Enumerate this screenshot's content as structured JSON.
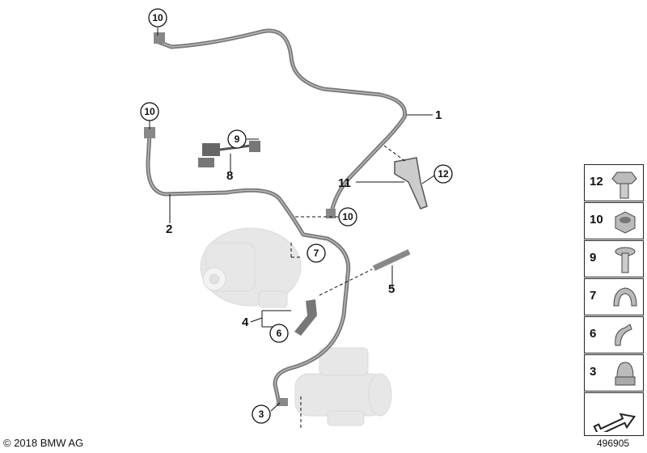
{
  "callouts": {
    "c1": "1",
    "c2": "2",
    "c3": "3",
    "c4": "4",
    "c5": "5",
    "c6": "6",
    "c7": "7",
    "c8": "8",
    "c9": "9",
    "c10a": "10",
    "c10b": "10",
    "c10c": "10",
    "c11": "11",
    "c12": "12"
  },
  "sidebar": {
    "items": [
      {
        "num": "12",
        "icon": "hex-bolt-icon"
      },
      {
        "num": "10",
        "icon": "hex-nut-icon"
      },
      {
        "num": "9",
        "icon": "torx-screw-icon"
      },
      {
        "num": "7",
        "icon": "cable-clip-icon"
      },
      {
        "num": "6",
        "icon": "cable-clip-open-icon"
      },
      {
        "num": "3",
        "icon": "cap-nut-icon"
      }
    ]
  },
  "footer": {
    "copyright": "© 2018 BMW AG",
    "doc_number": "496905"
  }
}
